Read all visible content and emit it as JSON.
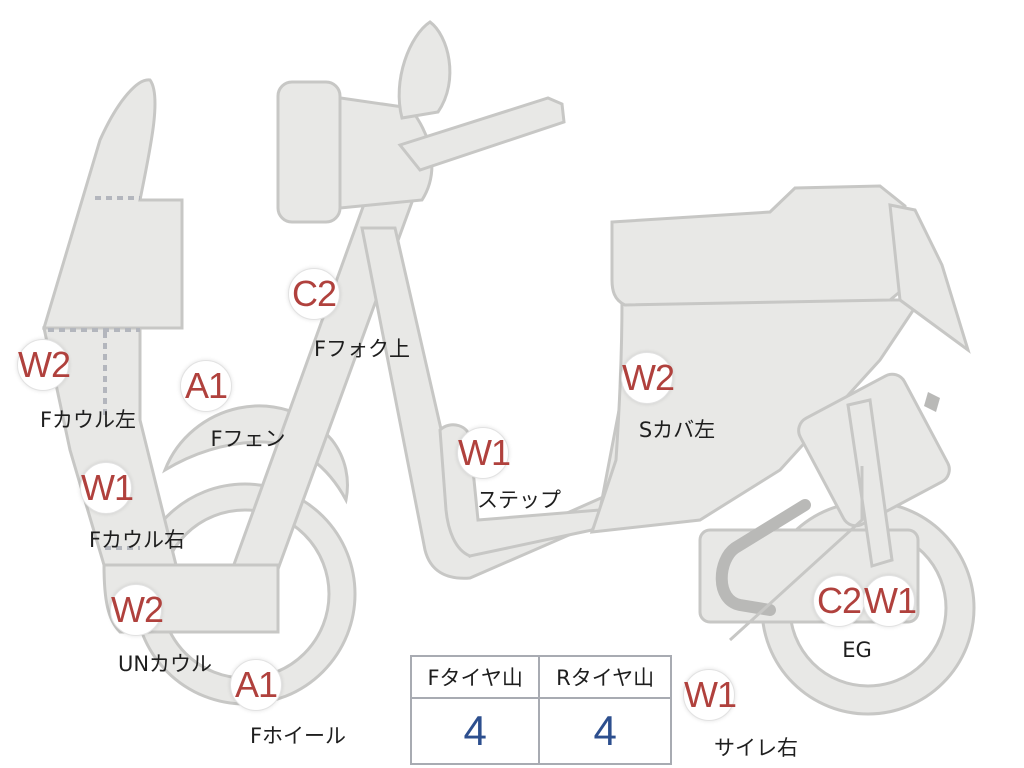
{
  "markers": [
    {
      "id": "w2-fcowl-left",
      "code": "W2",
      "label": "Fカウル左"
    },
    {
      "id": "a1-ffender",
      "code": "A1",
      "label": "Fフェン"
    },
    {
      "id": "c2-ffork-upper",
      "code": "C2",
      "label": "Fフォク上"
    },
    {
      "id": "w2-scover-left",
      "code": "W2",
      "label": "Sカバ左"
    },
    {
      "id": "w1-step",
      "code": "W1",
      "label": "ステップ"
    },
    {
      "id": "w1-fcowl-right",
      "code": "W1",
      "label": "Fカウル右"
    },
    {
      "id": "w2-un-cowl",
      "code": "W2",
      "label": "UNカウル"
    },
    {
      "id": "a1-fwheel",
      "code": "A1",
      "label": "Fホイール"
    },
    {
      "id": "c2-eg",
      "code": "C2",
      "label": ""
    },
    {
      "id": "w1-eg",
      "code": "W1",
      "label": "EG"
    },
    {
      "id": "w1-muffler-right",
      "code": "W1",
      "label": "サイレ右"
    }
  ],
  "tire_table": {
    "headers": [
      "Fタイヤ山",
      "Rタイヤ山"
    ],
    "values": [
      "4",
      "4"
    ]
  },
  "colors": {
    "part_fill": "#e8e8e6",
    "part_stroke": "#c7c7c5",
    "marker_text": "#b0413d",
    "value_text": "#2d4f8e"
  }
}
